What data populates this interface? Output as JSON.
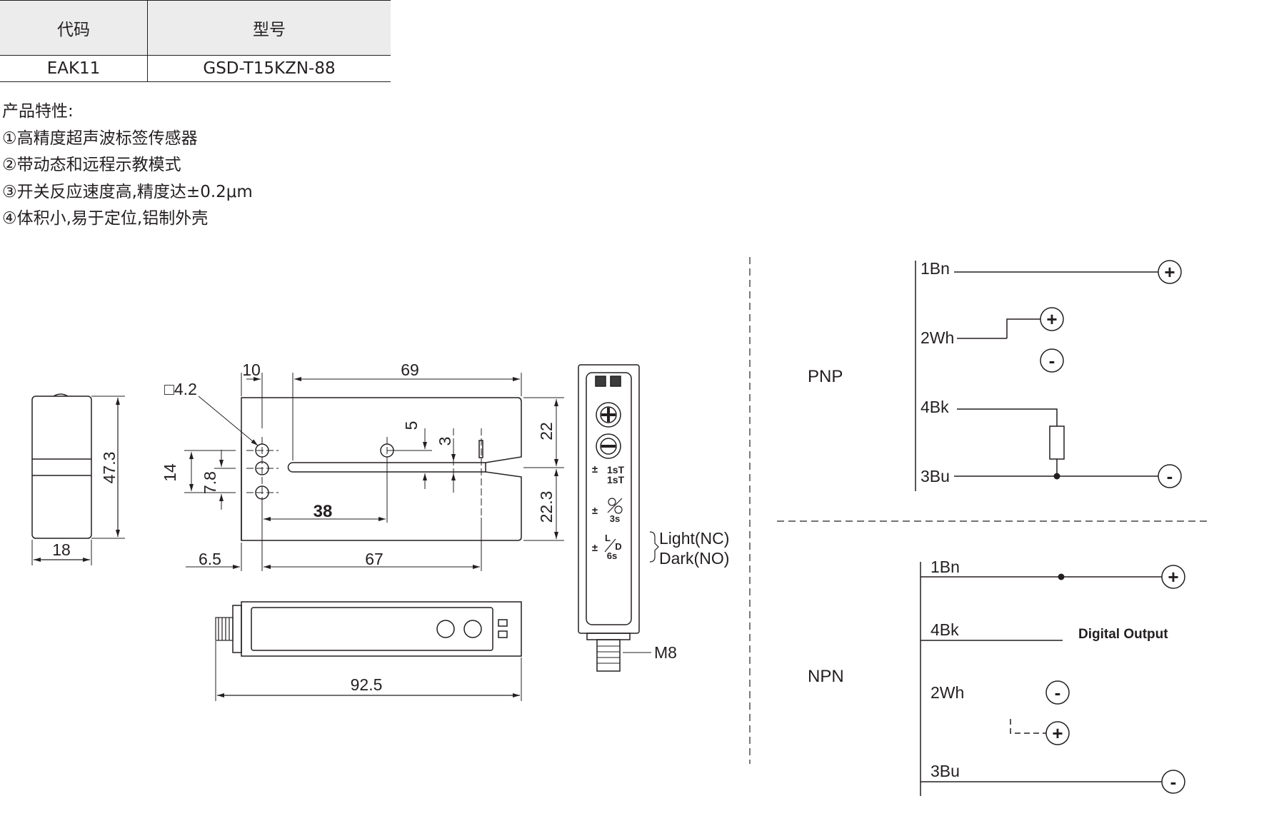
{
  "table": {
    "headers": [
      "代码",
      "型号"
    ],
    "row": {
      "code": "EAK11",
      "model": "GSD-T15KZN-88"
    }
  },
  "features": {
    "heading": "产品特性:",
    "items": [
      "①高精度超声波标签传感器",
      "②带动态和远程示教模式",
      "③开关反应速度高,精度达±0.2μm",
      "④体积小,易于定位,铝制外壳"
    ]
  },
  "dimensions": {
    "side_height": "47.3",
    "side_width": "18",
    "hole": "□4.2",
    "top_10": "10",
    "top_69": "69",
    "dim_5": "5",
    "dim_3": "3",
    "right_22": "22",
    "right_22_3": "22.3",
    "left_14": "14",
    "left_7_8": "7.8",
    "mid_38": "38",
    "bottom_6_5": "6.5",
    "bottom_67": "67",
    "total_92_5": "92.5",
    "connector": "M8"
  },
  "panel": {
    "btn1_t": "1sT",
    "btn2_t": "1sT",
    "btn3_t": "3s",
    "btn4_l": "L",
    "btn4_d": "D",
    "btn4_t": "6s",
    "light_label": "Light(NC)",
    "dark_label": "Dark(NO)"
  },
  "pnp": {
    "label": "PNP",
    "wires": [
      "1Bn",
      "2Wh",
      "4Bk",
      "3Bu"
    ]
  },
  "npn": {
    "label": "NPN",
    "wires": [
      "1Bn",
      "4Bk",
      "2Wh",
      "3Bu"
    ],
    "output_label": "Digital Output"
  },
  "symbols": {
    "plus": "+",
    "minus": "-",
    "pm": "±"
  }
}
